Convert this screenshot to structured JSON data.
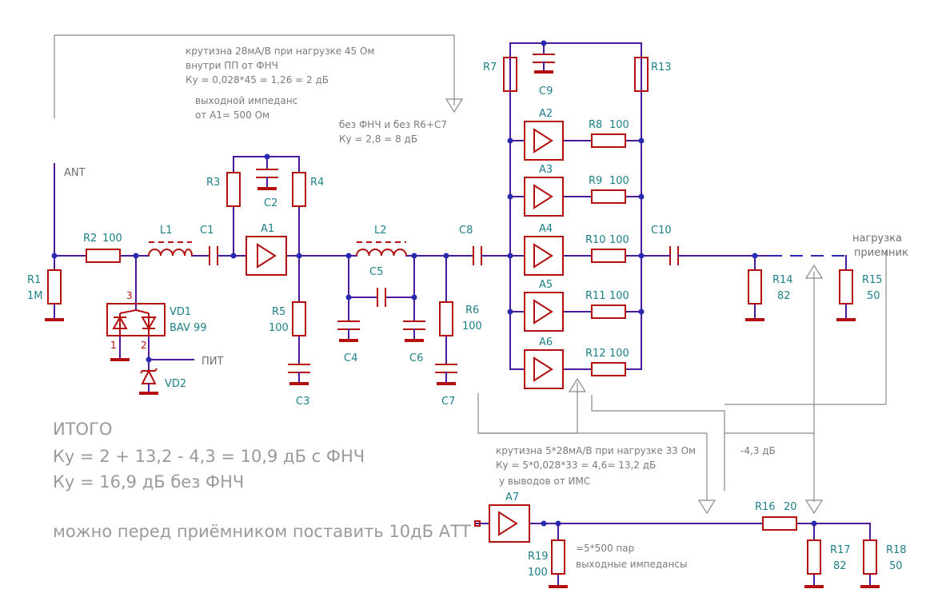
{
  "schematic": {
    "refs": {
      "R1": "R1",
      "R1v": "1M",
      "R2": "R2",
      "R2v": "100",
      "L1": "L1",
      "C1": "C1",
      "R3": "R3",
      "C2": "C2",
      "R4": "R4",
      "A1": "A1",
      "R5": "R5",
      "R5v": "100",
      "C3": "C3",
      "L2": "L2",
      "C5": "C5",
      "C4": "C4",
      "C6": "C6",
      "C8": "C8",
      "R6": "R6",
      "R6v": "100",
      "C7": "C7",
      "R7": "R7",
      "C9": "C9",
      "R13": "R13",
      "A2": "A2",
      "A3": "A3",
      "A4": "A4",
      "A5": "A5",
      "A6": "A6",
      "R8": "R8",
      "R9": "R9",
      "R10": "R10",
      "R11": "R11",
      "R12": "R12",
      "R8v": "100",
      "R9v": "100",
      "R10v": "100",
      "R11v": "100",
      "R12v": "100",
      "C10": "C10",
      "R14": "R14",
      "R14v": "82",
      "R15": "R15",
      "R15v": "50",
      "VD1": "VD1",
      "VD1v": "BAV 99",
      "VD2": "VD2",
      "A7": "A7",
      "R19": "R19",
      "R19v": "100",
      "R16": "R16",
      "R16v": "20",
      "R17": "R17",
      "R17v": "82",
      "R18": "R18",
      "R18v": "50"
    },
    "pins": {
      "p1": "1",
      "p2": "2",
      "p3": "3"
    },
    "labels": {
      "ant": "ANT",
      "pit": "ПИТ",
      "load1": "нагрузка",
      "load2": "приемник"
    },
    "annotations": {
      "a1_l1": "крутизна 28мА/В при нагрузке 45 Ом",
      "a1_l2": "внутри ПП от ФНЧ",
      "a1_l3": "Ку = 0,028*45 = 1,26 = 2 дБ",
      "a1_l4": "выходной импеданс",
      "a1_l5": "от А1= 500 Ом",
      "lpf_l1": "без ФНЧ и без R6+C7",
      "lpf_l2": "Ку = 2,8 = 8 дБ",
      "par_l1": "крутизна 5*28мА/В при нагрузке 33 Ом",
      "par_l2": "Ку = 5*0,028*33 = 4,6= 13,2 дБ",
      "par_l3": "у выводов от ИМС",
      "minus": "-4,3 дБ",
      "imp_l1": "=5*500 пар",
      "imp_l2": "выходные импедансы"
    },
    "summary": {
      "l1": "ИТОГО",
      "l2": "Ку = 2 + 13,2 - 4,3 = 10,9 дБ с ФНЧ",
      "l3": "Ку = 16,9 дБ без ФНЧ",
      "l4": "можно перед приёмником поставить 10дБ АТТ"
    },
    "colors": {
      "wire": "#4b1a9c",
      "component": "#b30f0f",
      "reference": "#1d7f86",
      "note": "#8a8a8a",
      "junction": "#2a2ab0"
    }
  }
}
